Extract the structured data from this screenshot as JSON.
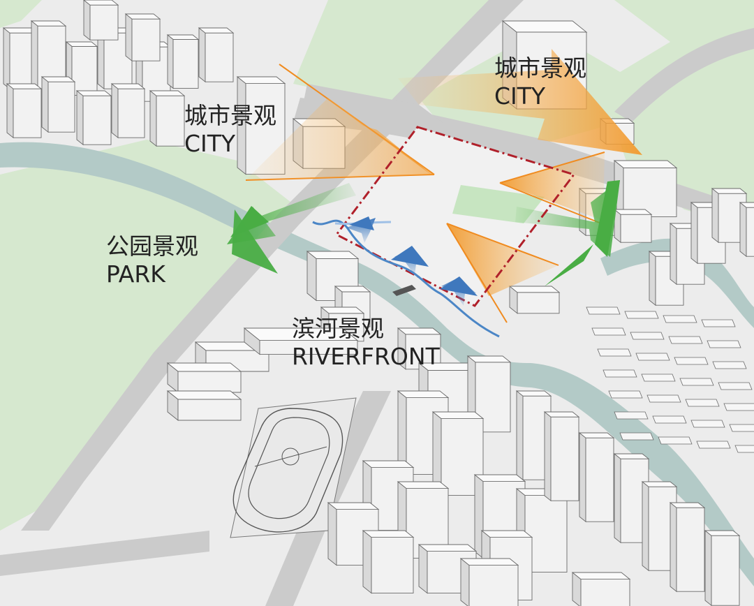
{
  "labels": {
    "city_left": {
      "zh": "城市景观",
      "en": "CITY"
    },
    "city_right": {
      "zh": "城市景观",
      "en": "CITY"
    },
    "park": {
      "zh": "公园景观",
      "en": "PARK"
    },
    "riverfront": {
      "zh": "滨河景观",
      "en": "RIVERFRONT"
    }
  },
  "colors": {
    "city_view_arrow": "#f2a43a",
    "park_view_arrow": "#5ab552",
    "river_view_arrow": "#4b86c6",
    "site_boundary": "#b0202a",
    "green_space": "#d6e8cf",
    "river": "#b3cac7",
    "ground": "#ececec",
    "road": "#c9c9c9"
  },
  "icons": [
    "site-boundary-dashdot",
    "view-arrow-orange",
    "view-arrow-green",
    "view-arrow-blue",
    "footbridge"
  ]
}
